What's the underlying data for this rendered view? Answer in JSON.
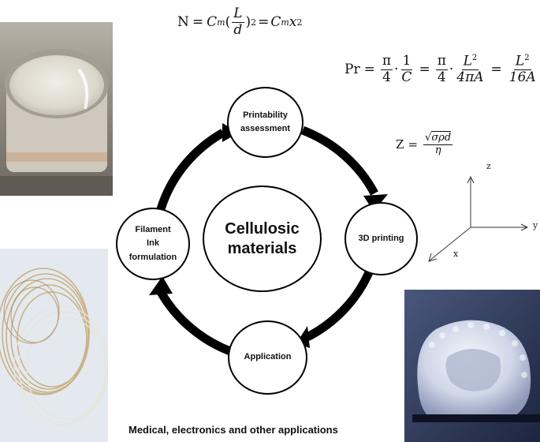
{
  "center": {
    "label": "Cellulosic\nmaterials"
  },
  "nodes": {
    "printability": "Printability\nassessment",
    "printing": "3D printing",
    "application": "Application",
    "filament": "Filament\nInk\nformulation"
  },
  "equations": {
    "n": {
      "lhs": "N",
      "eq": "=",
      "c": "C",
      "sub": "m",
      "frac_num": "L",
      "frac_den": "d",
      "sq": "2",
      "eq2": "=",
      "c2": "C",
      "sub2": "m",
      "x": "x",
      "sq2": "2"
    },
    "pr": {
      "lhs": "Pr",
      "eq": "=",
      "pi": "π",
      "four": "4",
      "dot": "·",
      "one": "1",
      "c": "C",
      "eq2": "=",
      "pi2": "π",
      "four2": "4",
      "dot2": "·",
      "L": "L",
      "sqL": "2",
      "four_pi_a": "4πA",
      "eq3": "=",
      "L2": "L",
      "sqL2": "2",
      "sixteen_a": "16A"
    },
    "z": {
      "lhs": "Z",
      "eq": "=",
      "sqrt_arg": "σρd",
      "den": "η"
    }
  },
  "axes": {
    "z": "z",
    "y": "y",
    "x": "x"
  },
  "caption": "Medical, electronics and other applications",
  "colors": {
    "arrow": "#000000",
    "circle_border": "#000000",
    "background": "#ffffff"
  }
}
